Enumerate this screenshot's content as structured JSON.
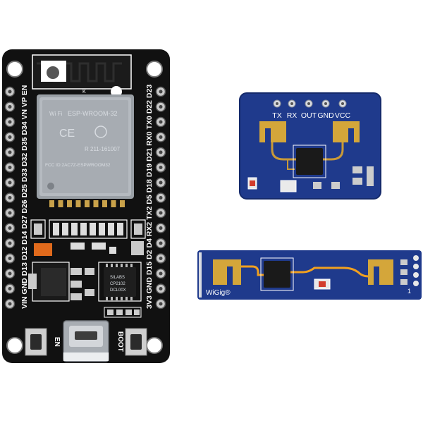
{
  "esp32_board": {
    "module_name": "ESP-WROOM-32",
    "module_brand": "Wi Fi",
    "module_code": "R 211-161007",
    "module_fcc": "FCC ID:2AC7Z-ESPWROOM32",
    "module_mark": "K",
    "left_pins": [
      "VIN",
      "GND",
      "D13",
      "D12",
      "D14",
      "D27",
      "D26",
      "D25",
      "D33",
      "D32",
      "D35",
      "D34",
      "VN",
      "VP",
      "EN"
    ],
    "right_pins": [
      "3V3",
      "GND",
      "D15",
      "D2",
      "D4",
      "RX2",
      "TX2",
      "D5",
      "D18",
      "D19",
      "D21",
      "RX0",
      "TX0",
      "D22",
      "D23"
    ],
    "en_button_label": "EN",
    "boot_button_label": "BOOT",
    "usb_chip_text": [
      "SILABS",
      "CP2102",
      "DCL00X"
    ]
  },
  "radar_module_square": {
    "pin_labels": [
      "TX",
      "RX",
      "OUT",
      "GND",
      "VCC"
    ]
  },
  "radar_module_strip": {
    "brand_label": "WiGig®",
    "pin_mark": "1"
  },
  "colors": {
    "esp32_pcb": "#111111",
    "radar_pcb": "#1f3a8c",
    "gold_pad": "#d4a63a",
    "trace": "#f0a020",
    "silkscreen": "#ffffff"
  }
}
